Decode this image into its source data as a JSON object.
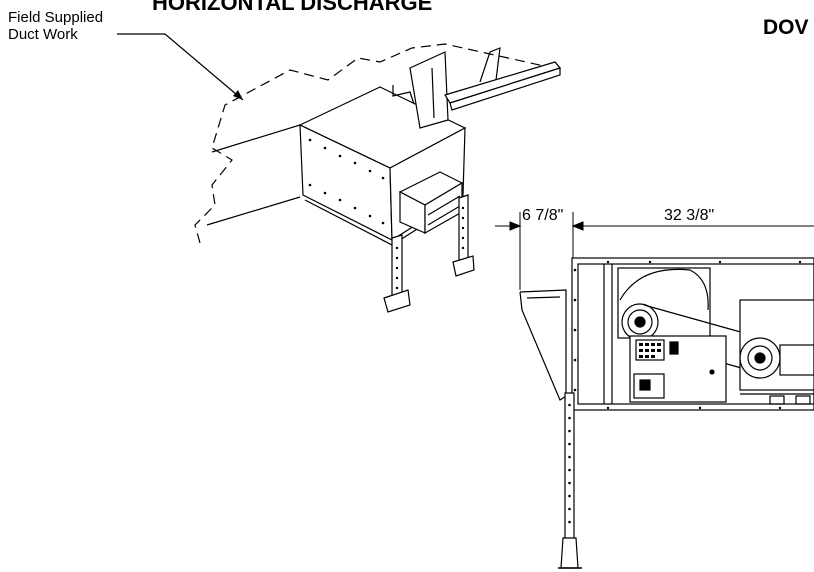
{
  "titles": {
    "horizontal": "HORIZONTAL DISCHARGE",
    "downflow_partial": "DOV"
  },
  "callout": {
    "line1": "Field Supplied",
    "line2": "Duct Work"
  },
  "dimensions": {
    "left": "6 7/8\"",
    "right": "32 3/8\""
  },
  "colors": {
    "ink": "#000000",
    "background": "#ffffff"
  }
}
